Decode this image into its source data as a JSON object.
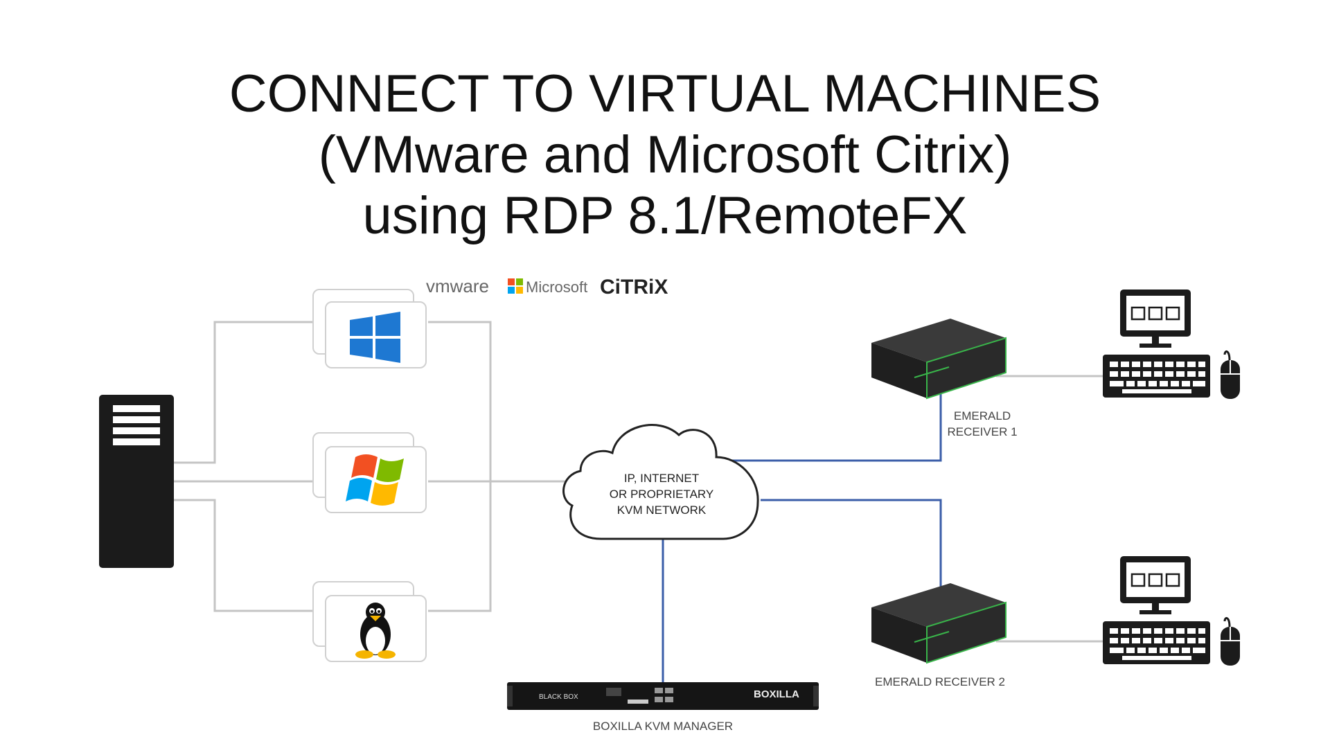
{
  "title": {
    "line1": "CONNECT TO VIRTUAL MACHINES",
    "line2": "(VMware and Microsoft Citrix)",
    "line3": "using RDP 8.1/RemoteFX"
  },
  "logos": {
    "vmware": "vmware",
    "microsoft": "Microsoft",
    "citrix": "CiTRiX"
  },
  "cloud": {
    "line1": "IP, INTERNET",
    "line2": "OR PROPRIETARY",
    "line3": "KVM NETWORK"
  },
  "receiver1": {
    "line1": "EMERALD",
    "line2": "RECEIVER 1"
  },
  "receiver2": {
    "label": "EMERALD RECEIVER 2"
  },
  "manager": {
    "label": "BOXILLA KVM MANAGER",
    "brand": "BOXILLA",
    "vendor": "BLACK BOX"
  },
  "colors": {
    "blue_link": "#3a5da8",
    "gray_link": "#bdbdbd",
    "windows_blue": "#1e78d2",
    "receiver_accent": "#39b54a"
  },
  "icons": [
    "server-icon",
    "windows10-icon",
    "windows-xp-icon",
    "linux-tux-icon",
    "cloud-icon",
    "receiver-device-icon",
    "workstation-icon",
    "boxilla-rack-icon"
  ]
}
